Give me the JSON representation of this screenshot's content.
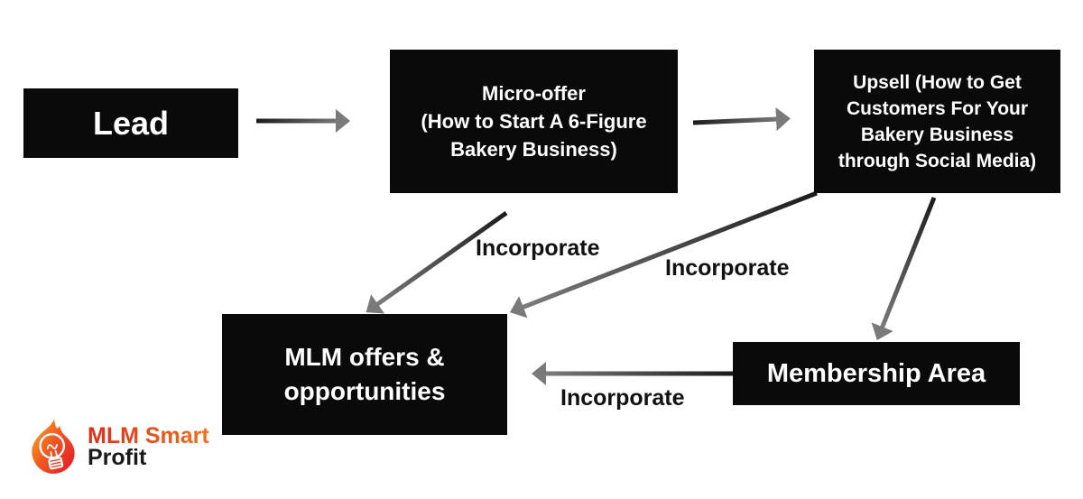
{
  "diagram": {
    "type": "flowchart",
    "background": "#ffffff",
    "nodes": {
      "lead": {
        "label": "Lead"
      },
      "micro_offer": {
        "label": "Micro-offer\n(How to Start A 6-Figure\nBakery Business)"
      },
      "upsell": {
        "label": "Upsell (How to Get\nCustomers For Your\nBakery Business\nthrough Social Media)"
      },
      "mlm_offers": {
        "label": "MLM offers &\nopportunities"
      },
      "membership": {
        "label": "Membership Area"
      }
    },
    "edges": [
      {
        "from": "Lead",
        "to": "Micro-offer",
        "label": ""
      },
      {
        "from": "Micro-offer",
        "to": "Upsell",
        "label": ""
      },
      {
        "from": "Micro-offer",
        "to": "MLM offers & opportunities",
        "label": "Incorporate"
      },
      {
        "from": "Upsell",
        "to": "MLM offers & opportunities",
        "label": "Incorporate"
      },
      {
        "from": "Upsell",
        "to": "Membership Area",
        "label": ""
      },
      {
        "from": "Membership Area",
        "to": "MLM offers & opportunities",
        "label": "Incorporate"
      }
    ],
    "colors": {
      "node_bg": "#0a0a0a",
      "node_text": "#ffffff",
      "arrow_start": "#1b1b1b",
      "arrow_end": "#7e7e7e",
      "arrowhead": "#7a7a7a",
      "edge_label": "#111111"
    }
  },
  "logo": {
    "line1": "MLM Smart",
    "line2": "Profit",
    "icon": "flame-lightbulb-icon",
    "colors": {
      "text_gradient_start": "#e02d17",
      "text_gradient_end": "#f2701f",
      "profit_text": "#1a1a1a",
      "flame_gradient_start": "#f9a825",
      "flame_gradient_end": "#e31b23"
    }
  }
}
